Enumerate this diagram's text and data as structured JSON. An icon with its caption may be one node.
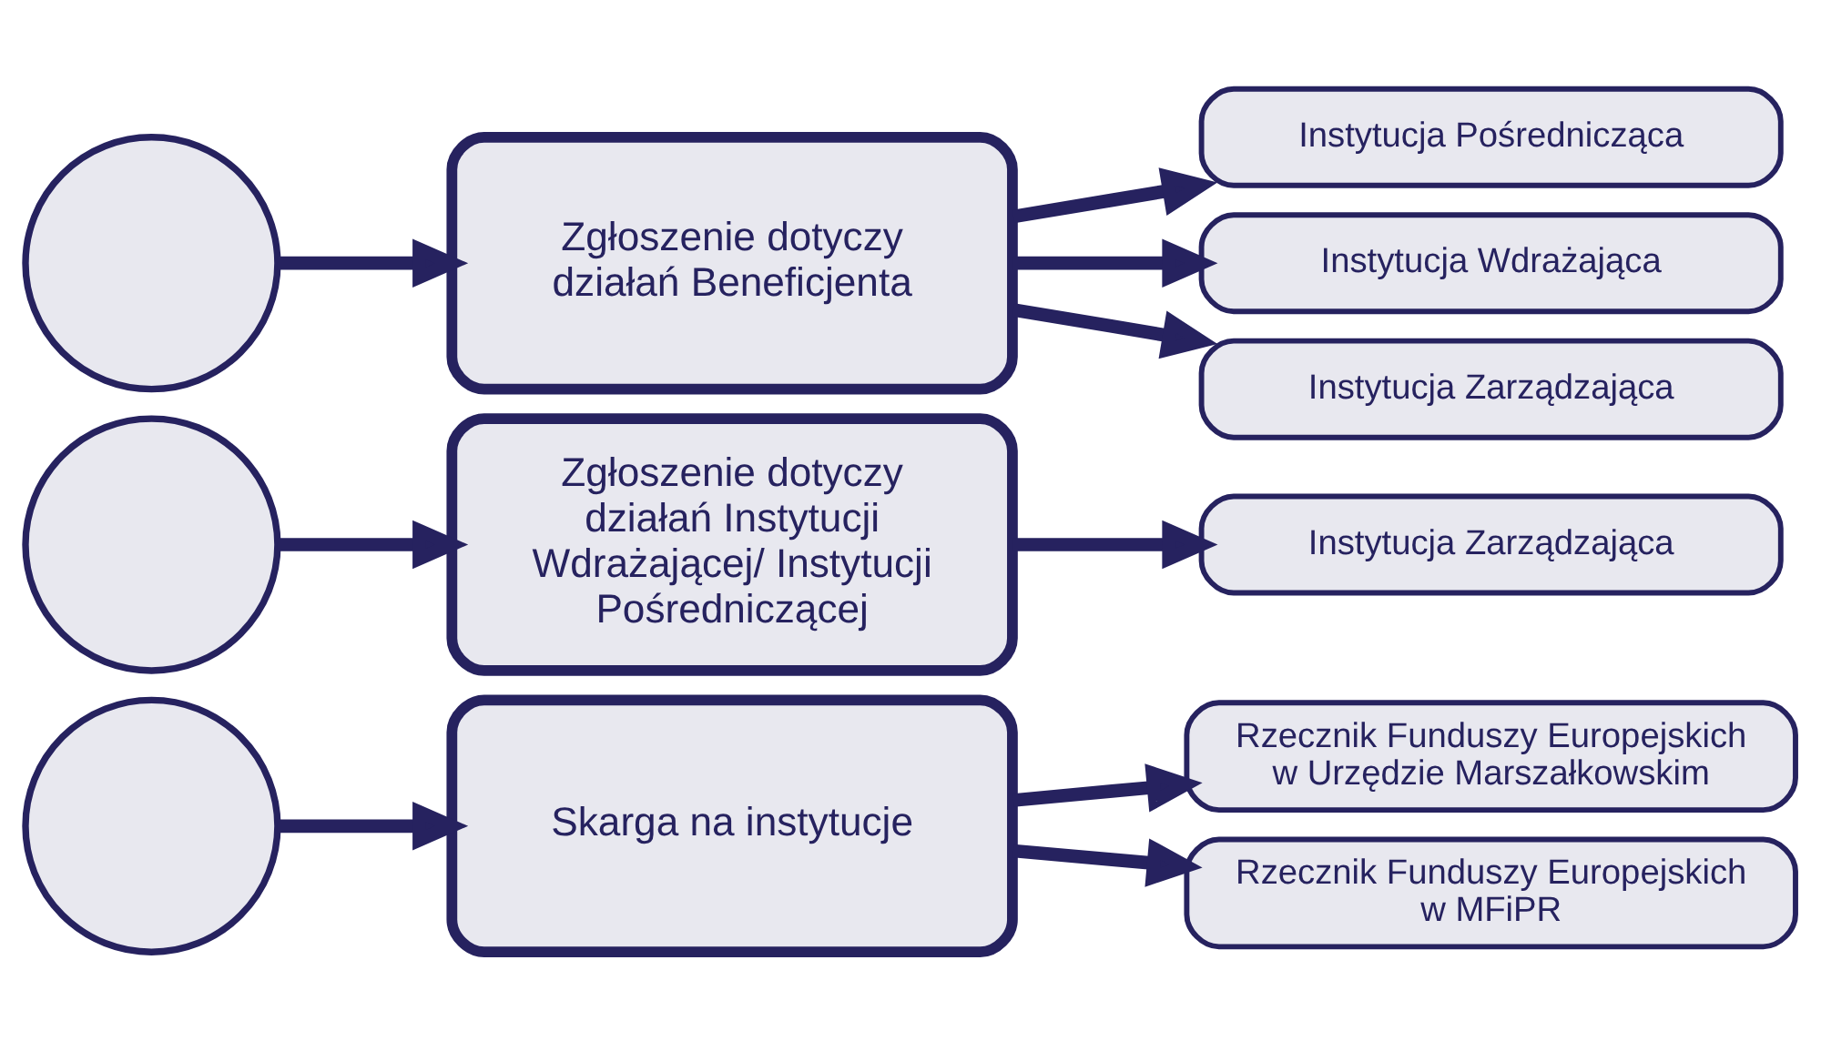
{
  "diagram": {
    "nodes": [
      {
        "text": [],
        "shape": "person"
      },
      {
        "text": [
          "Zgłoszenie dotyczy działań Beneficjenta"
        ]
      },
      {
        "text": [
          "Instytucja Zarządzająca"
        ]
      },
      {
        "text": [
          "Instytucja Wdrażająca"
        ]
      },
      {
        "text": [
          "Instytucja Pośrednicząca"
        ]
      },
      {
        "text": [],
        "shape": "person"
      },
      {
        "text": [
          "Zgłoszenie dotyczy działań Instytucji Wdrażającej/ Instytucji Pośredniczącej"
        ]
      },
      {
        "text": [
          "Instytucja Zarządzająca"
        ]
      },
      {
        "text": [],
        "shape": "person"
      },
      {
        "text": [
          "Skarga na instytucje"
        ]
      },
      {
        "text": [
          "Rzecznik Funduszy Europejskich w MFiPR"
        ]
      },
      {
        "text": [
          "Rzecznik Funduszy Europejskich w Urzędzie Marszałkowskim"
        ]
      }
    ],
    "edges": [
      {
        "from": 0,
        "to": 1,
        "arrow": "to"
      },
      {
        "from": 1,
        "to": 2,
        "arrow": "to"
      },
      {
        "from": 1,
        "to": 3,
        "arrow": "to"
      },
      {
        "from": 1,
        "to": 4,
        "arrow": "to"
      },
      {
        "from": 5,
        "to": 6,
        "arrow": "to"
      },
      {
        "from": 6,
        "to": 7,
        "arrow": "to"
      },
      {
        "from": 8,
        "to": 9,
        "arrow": "to"
      },
      {
        "from": 9,
        "to": 10,
        "arrow": "to"
      },
      {
        "from": 9,
        "to": 11,
        "arrow": "to"
      }
    ]
  }
}
